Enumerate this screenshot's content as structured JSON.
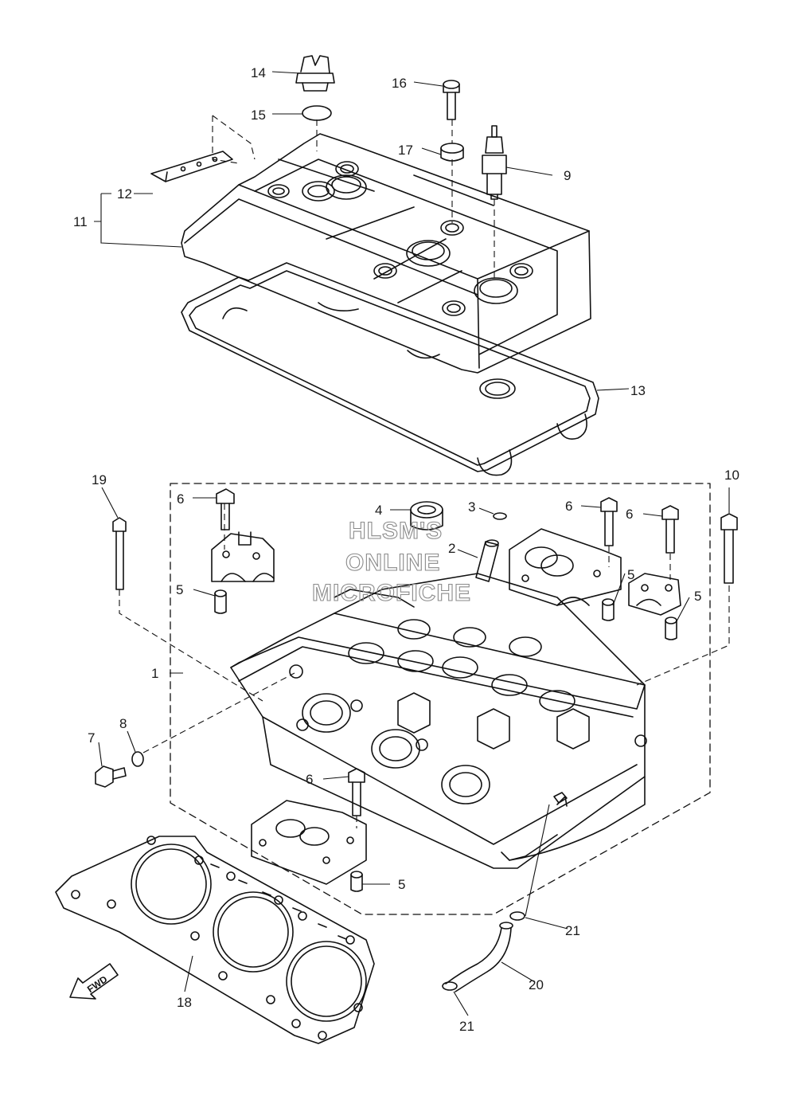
{
  "callouts": [
    {
      "id": "c1",
      "text": "1"
    },
    {
      "id": "c2",
      "text": "2"
    },
    {
      "id": "c3",
      "text": "3"
    },
    {
      "id": "c4",
      "text": "4"
    },
    {
      "id": "c5a",
      "text": "5"
    },
    {
      "id": "c5b",
      "text": "5"
    },
    {
      "id": "c5c",
      "text": "5"
    },
    {
      "id": "c5d",
      "text": "5"
    },
    {
      "id": "c6a",
      "text": "6"
    },
    {
      "id": "c6b",
      "text": "6"
    },
    {
      "id": "c6c",
      "text": "6"
    },
    {
      "id": "c6d",
      "text": "6"
    },
    {
      "id": "c7",
      "text": "7"
    },
    {
      "id": "c8",
      "text": "8"
    },
    {
      "id": "c9",
      "text": "9"
    },
    {
      "id": "c10",
      "text": "10"
    },
    {
      "id": "c11",
      "text": "11"
    },
    {
      "id": "c12",
      "text": "12"
    },
    {
      "id": "c13",
      "text": "13"
    },
    {
      "id": "c14",
      "text": "14"
    },
    {
      "id": "c15",
      "text": "15"
    },
    {
      "id": "c16",
      "text": "16"
    },
    {
      "id": "c17",
      "text": "17"
    },
    {
      "id": "c18",
      "text": "18"
    },
    {
      "id": "c19",
      "text": "19"
    },
    {
      "id": "c20",
      "text": "20"
    },
    {
      "id": "c21a",
      "text": "21"
    },
    {
      "id": "c21b",
      "text": "21"
    }
  ],
  "watermark": {
    "line1": "HLSM'S",
    "line2": "ONLINE",
    "line3": "MICROFICHE"
  },
  "direction_arrow": {
    "text": "FWD"
  }
}
